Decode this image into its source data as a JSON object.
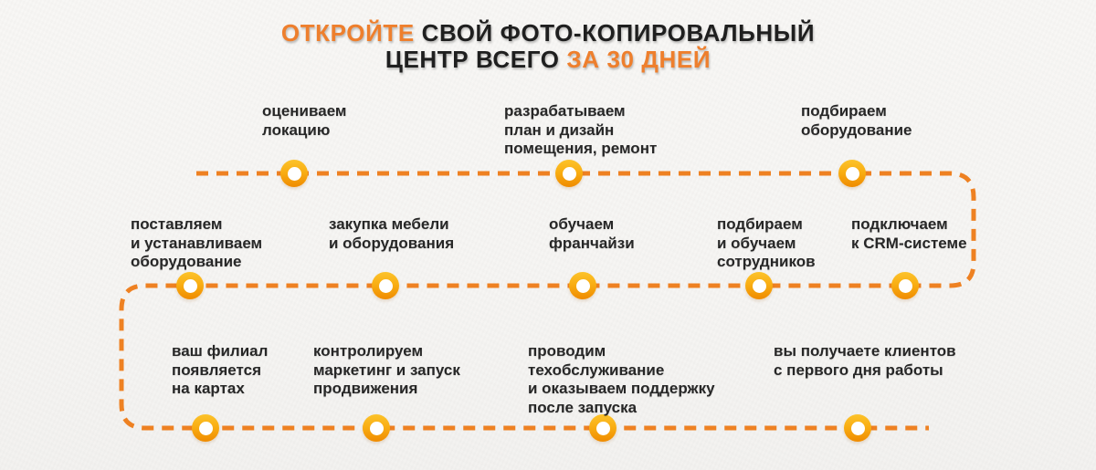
{
  "title": {
    "part1_accent": "ОТКРОЙТЕ",
    "part2": " СВОЙ ФОТО-КОПИРОВАЛЬНЫЙ",
    "part3": "ЦЕНТР ВСЕГО ",
    "part4_accent": "ЗА 30 ДНЕЙ"
  },
  "colors": {
    "accent_title": "#ee7f2d",
    "dash_line": "#ee8122",
    "node_gradient_top": "#fcc32b",
    "node_gradient_bottom": "#ef8b00",
    "text_dark": "#272727",
    "background_paper": "#f6f5f3"
  },
  "timeline": {
    "rows": [
      {
        "steps": [
          {
            "label": "оцениваем\nлокацию"
          },
          {
            "label": "разрабатываем\nплан и дизайн\nпомещения, ремонт"
          },
          {
            "label": "подбираем\nоборудование"
          }
        ]
      },
      {
        "steps": [
          {
            "label": "поставляем\nи устанавливаем\nоборудование"
          },
          {
            "label": "закупка мебели\nи оборудования"
          },
          {
            "label": "обучаем\nфранчайзи"
          },
          {
            "label": "подбираем\nи обучаем\nсотрудников"
          },
          {
            "label": "подключаем\nк CRM-системе"
          }
        ]
      },
      {
        "steps": [
          {
            "label": "ваш филиал\nпоявляется\nна картах"
          },
          {
            "label": "контролируем\nмаркетинг и запуск\nпродвижения"
          },
          {
            "label": "проводим\nтехобслуживание\nи оказываем поддержку\nпосле запуска"
          },
          {
            "label": "вы получаете клиентов\nс первого дня работы"
          }
        ]
      }
    ]
  }
}
